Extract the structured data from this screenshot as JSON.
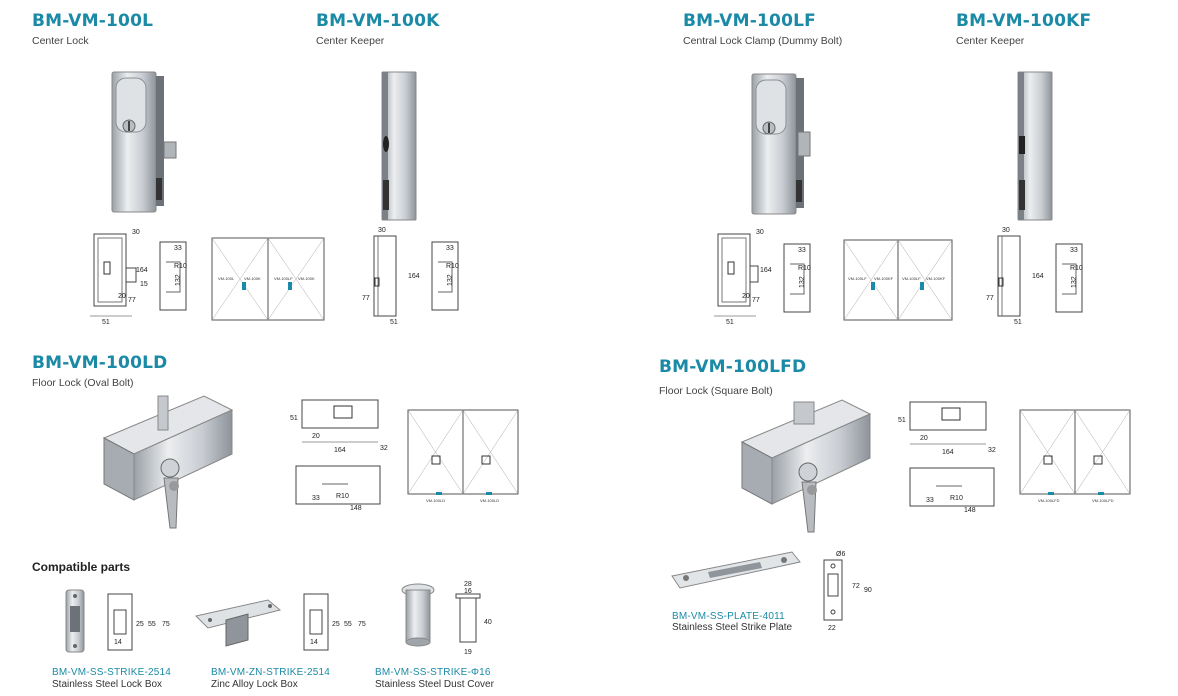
{
  "products": {
    "p100l": {
      "model": "BM-VM-100L",
      "desc": "Center Lock"
    },
    "p100k": {
      "model": "BM-VM-100K",
      "desc": "Center Keeper"
    },
    "p100lf": {
      "model": "BM-VM-100LF",
      "desc": "Central Lock Clamp (Dummy Bolt)"
    },
    "p100kf": {
      "model": "BM-VM-100KF",
      "desc": "Center Keeper"
    },
    "p100ld": {
      "model": "BM-VM-100LD",
      "desc": "Floor Lock (Oval Bolt)"
    },
    "p100lfd": {
      "model": "BM-VM-100LFD",
      "desc": "Floor Lock (Square Bolt)"
    }
  },
  "compatible": {
    "heading": "Compatible parts",
    "parts": [
      {
        "code": "BM-VM-SS-STRIKE-2514",
        "desc": "Stainless Steel Lock Box"
      },
      {
        "code": "BM-VM-ZN-STRIKE-2514",
        "desc": "Zinc Alloy Lock Box"
      },
      {
        "code": "BM-VM-SS-STRIKE-Φ16",
        "desc": "Stainless Steel Dust Cover"
      },
      {
        "code": "BM-VM-SS-PLATE-4011",
        "desc": "Stainless Steel Strike Plate"
      }
    ]
  },
  "dims": {
    "d30": "30",
    "d164": "164",
    "d77": "77",
    "d20": "20",
    "d15": "15",
    "d51": "51",
    "d33": "33",
    "r10": "R10",
    "d132": "132",
    "d148": "148",
    "d32": "32",
    "d25": "25",
    "d55": "55",
    "d75": "75",
    "d14": "14",
    "d28": "28",
    "d16": "16",
    "d40": "40",
    "d19": "19",
    "d26": "Ø6",
    "d72": "72",
    "d90": "90",
    "d22": "22"
  },
  "door_labels": {
    "l1": "VM-100L",
    "l2": "VM-100K",
    "l3": "VM-100LF",
    "l4": "VM-100K",
    "l5": "VM-100LF",
    "l6": "VM-100KF",
    "l7": "VM-100LF",
    "l8": "VM-100KF",
    "l9": "VM-100LD",
    "l10": "VM-100LD",
    "l11": "VM-100LFD",
    "l12": "VM-100LFD"
  },
  "colors": {
    "accent": "#1a8aa6",
    "metal": "#c9ccd0"
  }
}
